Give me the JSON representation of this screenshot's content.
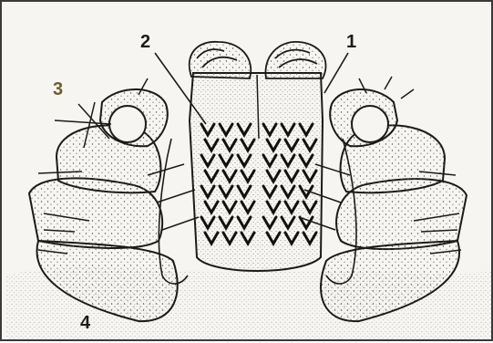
{
  "figure": {
    "labels": [
      {
        "id": "1",
        "text": "1"
      },
      {
        "id": "2",
        "text": "2"
      },
      {
        "id": "3",
        "text": "3"
      },
      {
        "id": "4",
        "text": "4"
      }
    ]
  },
  "colors": {
    "ink": "#1b1b1b",
    "paper": "#f6f5f1",
    "frame": "#3a3a3a",
    "label3": "#6d5c2a"
  }
}
